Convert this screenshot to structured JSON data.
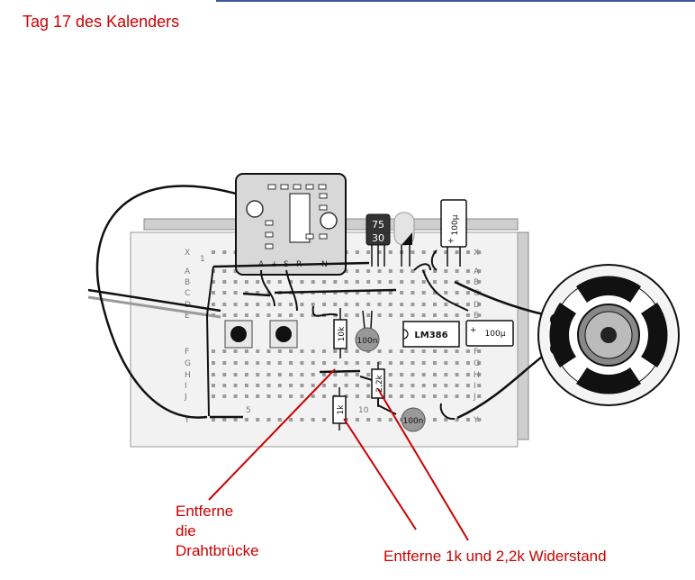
{
  "title": "Tag 17 des Kalenders",
  "annotations": {
    "wire_bridge": [
      "Entferne",
      "die",
      "Drahtbrücke"
    ],
    "resistors": "Entferne 1k und 2,2k Widerstand"
  },
  "board": {
    "row_labels_left": [
      "X",
      "A",
      "B",
      "C",
      "D",
      "E",
      "F",
      "G",
      "H",
      "I",
      "J",
      "Y"
    ],
    "row_labels_right": [
      "X",
      "A",
      "B",
      "C",
      "D",
      "E",
      "F",
      "G",
      "H",
      "I",
      "J",
      "Y"
    ],
    "column_markers": [
      "1",
      "5",
      "10"
    ]
  },
  "module": {
    "pin_labels": [
      "A",
      "+",
      "S",
      "R",
      "-",
      "N"
    ]
  },
  "components": {
    "regulator_top": "75",
    "regulator_bottom": "30",
    "electrolytic_cap_top": "100µ",
    "electrolytic_cap_right": "100µ",
    "electrolytic_cap_right_plus": "+",
    "resistor_10k": "10k",
    "resistor_2k2": "2,2k",
    "resistor_1k": "1k",
    "ceramic_cap_1": "100n",
    "ceramic_cap_2": "100n",
    "amplifier_ic": "LM386"
  },
  "colors": {
    "annotation": "#cc0000",
    "board": "#f2f2f2",
    "wire": "#111111"
  }
}
